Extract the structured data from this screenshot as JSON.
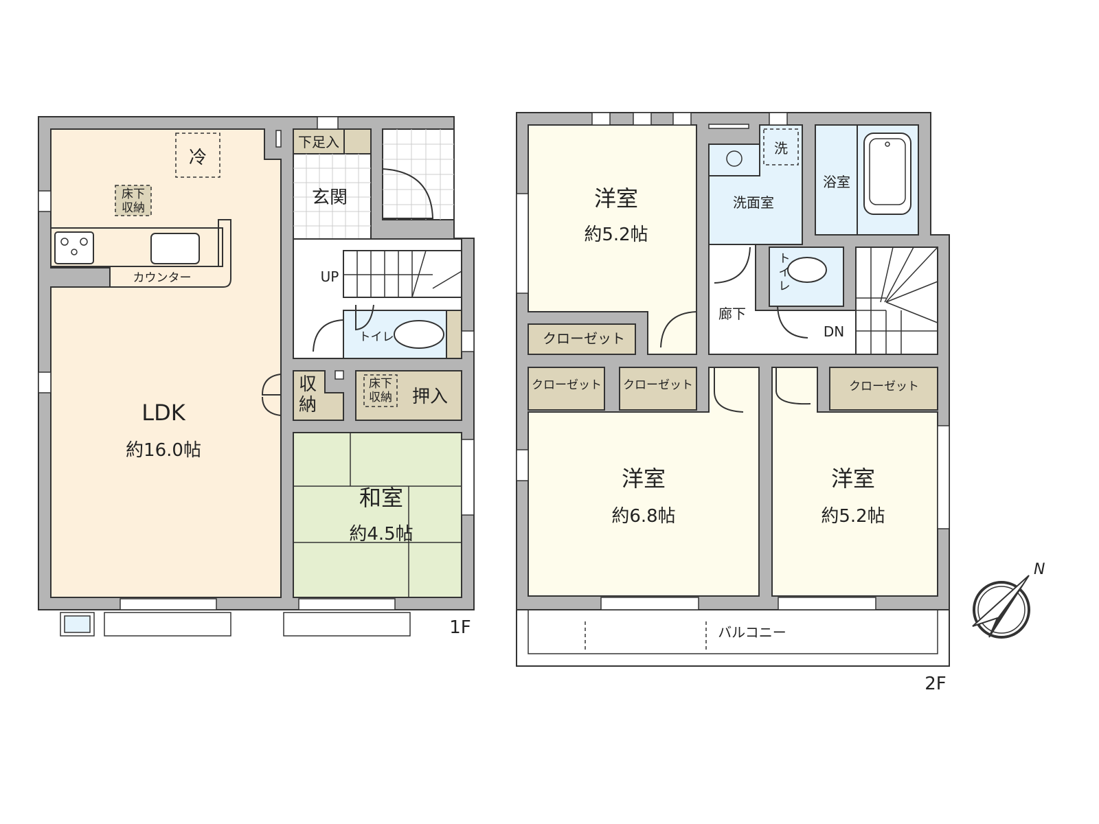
{
  "floor1": {
    "label": "1F",
    "ldk": {
      "name": "LDK",
      "size": "約16.0帖"
    },
    "fridge": "冷",
    "underfloor_storage": [
      "床下",
      "収納"
    ],
    "counter": "カウンター",
    "genkan": "玄関",
    "shoe_storage": "下足入",
    "stairs": "UP",
    "toilet": "トイレ",
    "storage": [
      "収",
      "納"
    ],
    "oshiire": "押入",
    "oshiire_underfloor": [
      "床下",
      "収納"
    ],
    "washitsu": {
      "name": "和室",
      "size": "約4.5帖"
    }
  },
  "floor2": {
    "label": "2F",
    "room_north": {
      "name": "洋室",
      "size": "約5.2帖"
    },
    "room_sw": {
      "name": "洋室",
      "size": "約6.8帖"
    },
    "room_se": {
      "name": "洋室",
      "size": "約5.2帖"
    },
    "closet": "クローゼット",
    "washer": "洗",
    "washroom": "洗面室",
    "bathroom": "浴室",
    "toilet": [
      "ト",
      "イ",
      "レ"
    ],
    "corridor": "廊下",
    "stairs": "DN",
    "balcony": "バルコニー"
  },
  "compass": {
    "label": "N"
  },
  "colors": {
    "wall": "#b5b5b5",
    "ldk": "#fdf0dc",
    "washitsu": "#e5efd0",
    "yoshitsu": "#fefcec",
    "closet": "#ddd5ba",
    "wet": "#e4f3fc"
  }
}
